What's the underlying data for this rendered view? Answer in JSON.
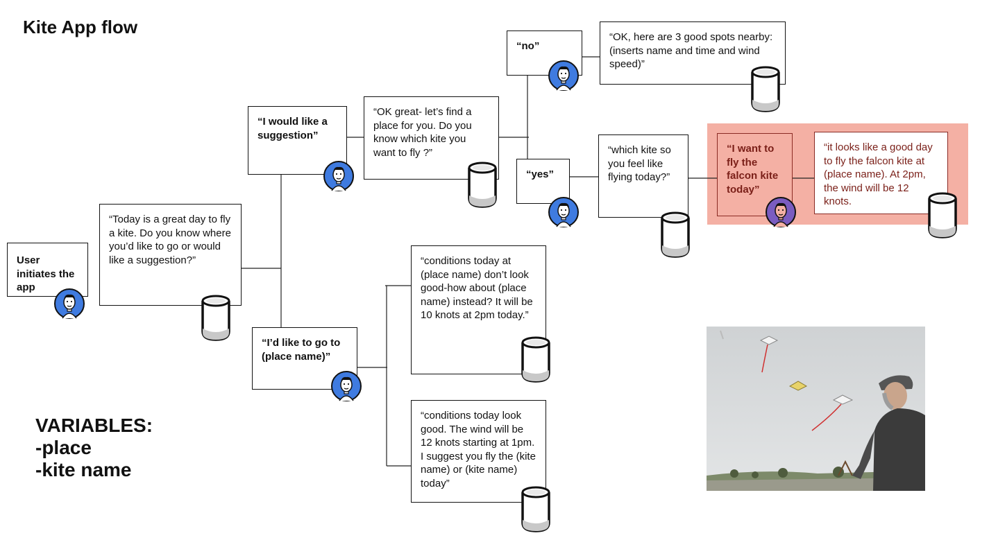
{
  "title": "Kite App flow",
  "variables": {
    "heading": "VARIABLES:",
    "items": [
      "-place",
      "-kite name"
    ]
  },
  "nodes": {
    "user_start": "User initiates the app",
    "intro": "“Today is a great day to fly a kite.  Do you know where you’d like to go or would like a suggestion?”",
    "suggestion": "“I would like a suggestion”",
    "find_place": "“OK great- let’s find a place for you.  Do you know which kite you want to fly ?”",
    "no": "“no”",
    "good_spots": "“OK, here are 3 good spots nearby: (inserts name and time and wind speed)”",
    "yes": "“yes”",
    "which_kite": "“which kite so you feel like flying today?”",
    "falcon_request": "“I want to fly the falcon kite today”",
    "falcon_answer": "“it looks like a good day to fly the falcon kite at (place name).  At 2pm, the wind will be 12 knots.",
    "go_to_place": "“I’d like to go to (place name)”",
    "bad_conditions": "“conditions today at (place name) don’t look good-how about (place name) instead? It will be 10 knots at 2pm today.”",
    "good_conditions": "“conditions today look good.  The wind will be 12 knots starting at 1pm. I suggest you fly the (kite name) or (kite name) today”"
  },
  "colors": {
    "avatar_blue": "#3f7be0",
    "avatar_purple": "#7a5cc0",
    "highlight": "#f4b0a4",
    "highlight_text": "#7a1f18"
  },
  "icons": {
    "user": "person-avatar-icon",
    "assistant": "smart-speaker-icon"
  }
}
